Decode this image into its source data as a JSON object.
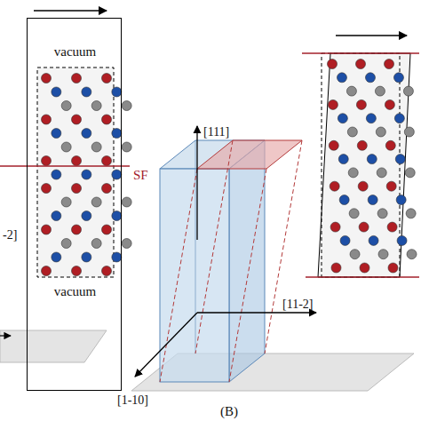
{
  "diagram": {
    "nodes": [
      {
        "text": [
          "vacuum",
          "vacuum"
        ]
      }
    ],
    "labels": [
      "SF",
      "-2]",
      "[111]",
      "[11-2]",
      "[1-10]",
      "(B)"
    ]
  }
}
